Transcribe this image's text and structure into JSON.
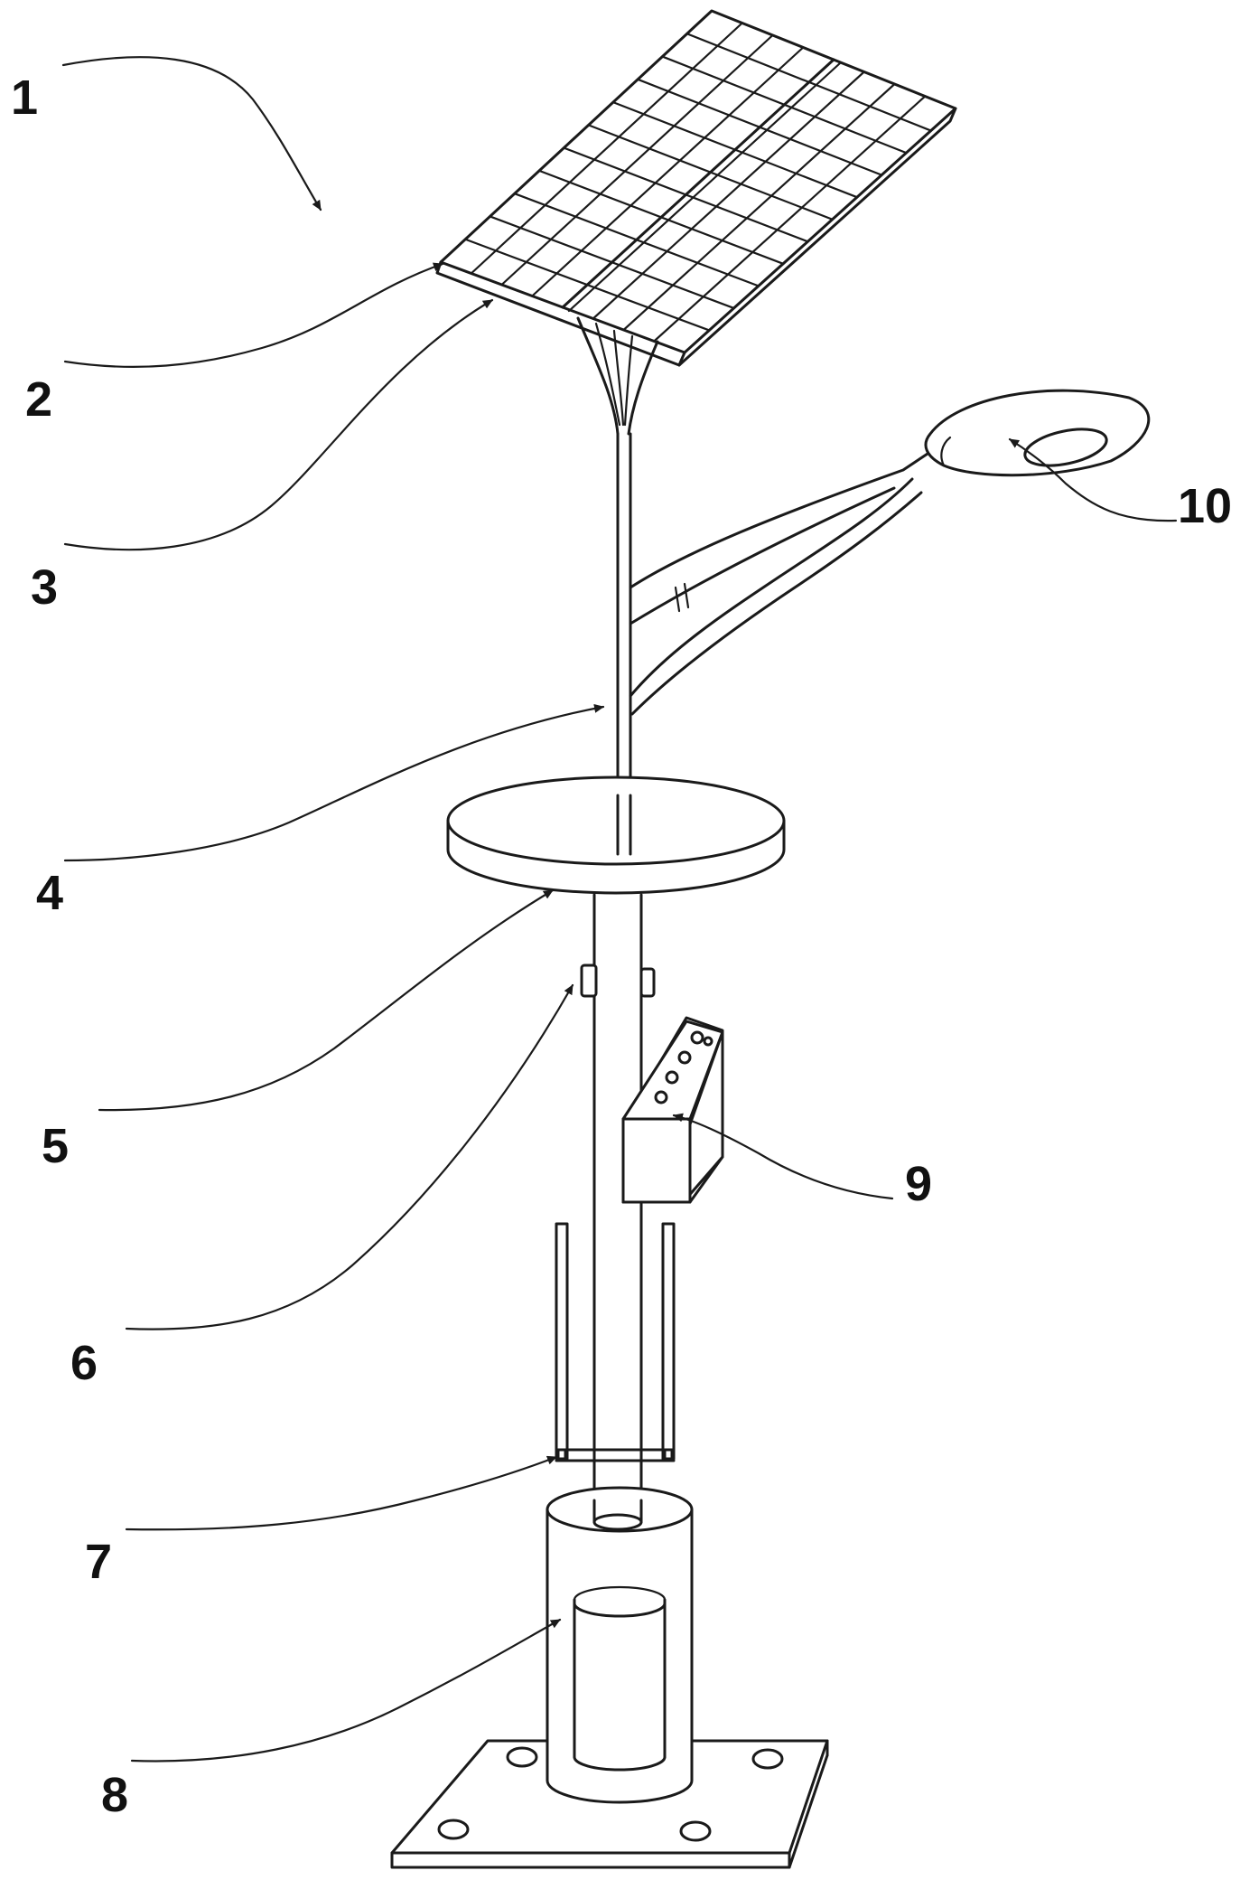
{
  "labels": {
    "l1": "1",
    "l2": "2",
    "l3": "3",
    "l4": "4",
    "l5": "5",
    "l6": "6",
    "l7": "7",
    "l8": "8",
    "l9": "9",
    "l10": "10"
  },
  "colors": {
    "line": "#1a1a1a",
    "background": "#ffffff"
  }
}
